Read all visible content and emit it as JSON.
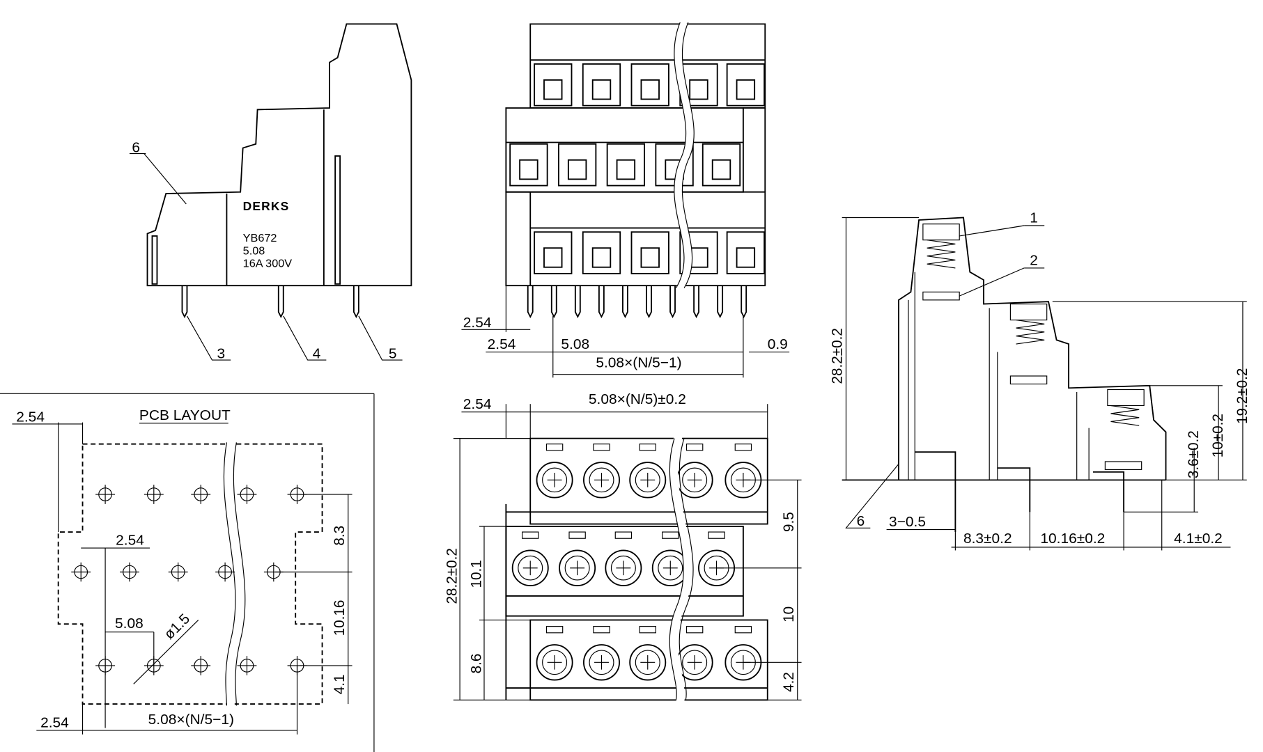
{
  "side_view": {
    "part_label_6": "6",
    "brand": "DERKS",
    "model": "YB672",
    "pitch": "5.08",
    "rating": "16A 300V",
    "part_label_3": "3",
    "part_label_4": "4",
    "part_label_5": "5"
  },
  "front_view": {
    "dim_2_54_a": "2.54",
    "dim_2_54_b": "2.54",
    "dim_5_08": "5.08",
    "dim_0_9": "0.9",
    "dim_span": "5.08×(N/5−1)"
  },
  "pcb_layout": {
    "title": "PCB LAYOUT",
    "dim_2_54_top": "2.54",
    "dim_2_54_mid": "2.54",
    "dim_5_08": "5.08",
    "dim_hole": "ø1.5",
    "dim_8_3": "8.3",
    "dim_10_16": "10.16",
    "dim_4_1": "4.1",
    "dim_2_54_bottom": "2.54",
    "dim_span": "5.08×(N/5−1)"
  },
  "top_view": {
    "dim_2_54": "2.54",
    "dim_width": "5.08×(N/5)±0.2",
    "dim_height": "28.2±0.2",
    "dim_10_1": "10.1",
    "dim_8_6": "8.6",
    "dim_9_5": "9.5",
    "dim_10": "10",
    "dim_4_2": "4.2"
  },
  "section_view": {
    "part_label_1": "1",
    "part_label_2": "2",
    "dim_height": "28.2±0.2",
    "dim_19_2": "19.2±0.2",
    "dim_10": "10±0.2",
    "dim_3_6": "3.6±0.2",
    "part_label_6": "6",
    "dim_pin": "3−0.5",
    "dim_8_3": "8.3±0.2",
    "dim_10_16": "10.16±0.2",
    "dim_4_1": "4.1±0.2"
  }
}
